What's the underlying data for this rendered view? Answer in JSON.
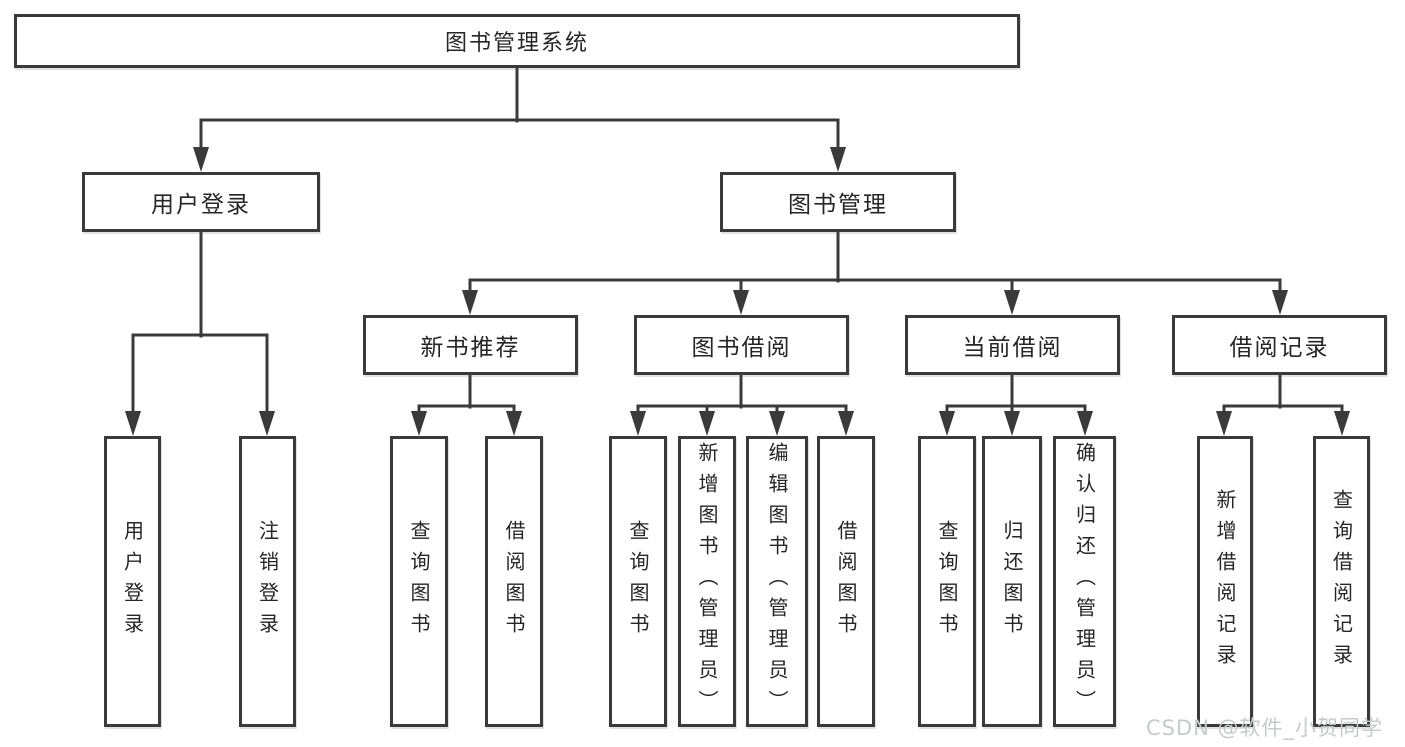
{
  "diagram": {
    "type": "tree",
    "root": {
      "label": "图书管理系统",
      "children": [
        {
          "label": "用户登录",
          "children": [
            {
              "label": "用户登录"
            },
            {
              "label": "注销登录"
            }
          ]
        },
        {
          "label": "图书管理",
          "children": [
            {
              "label": "新书推荐",
              "children": [
                {
                  "label": "查询图书"
                },
                {
                  "label": "借阅图书"
                }
              ]
            },
            {
              "label": "图书借阅",
              "children": [
                {
                  "label": "查询图书"
                },
                {
                  "label": "新增图书（管理员）"
                },
                {
                  "label": "编辑图书（管理员）"
                },
                {
                  "label": "借阅图书"
                }
              ]
            },
            {
              "label": "当前借阅",
              "children": [
                {
                  "label": "查询图书"
                },
                {
                  "label": "归还图书"
                },
                {
                  "label": "确认归还（管理员）"
                }
              ]
            },
            {
              "label": "借阅记录",
              "children": [
                {
                  "label": "新增借阅记录"
                },
                {
                  "label": "查询借阅记录"
                }
              ]
            }
          ]
        }
      ]
    }
  },
  "watermark": {
    "text": "CSDN @软件_小贺同学"
  },
  "colors": {
    "line": "#3a3a3a",
    "box_border": "#3a3a3a",
    "box_fill": "#ffffff",
    "text": "#262626",
    "watermark": "#c7cacd",
    "background": "#ffffff"
  }
}
